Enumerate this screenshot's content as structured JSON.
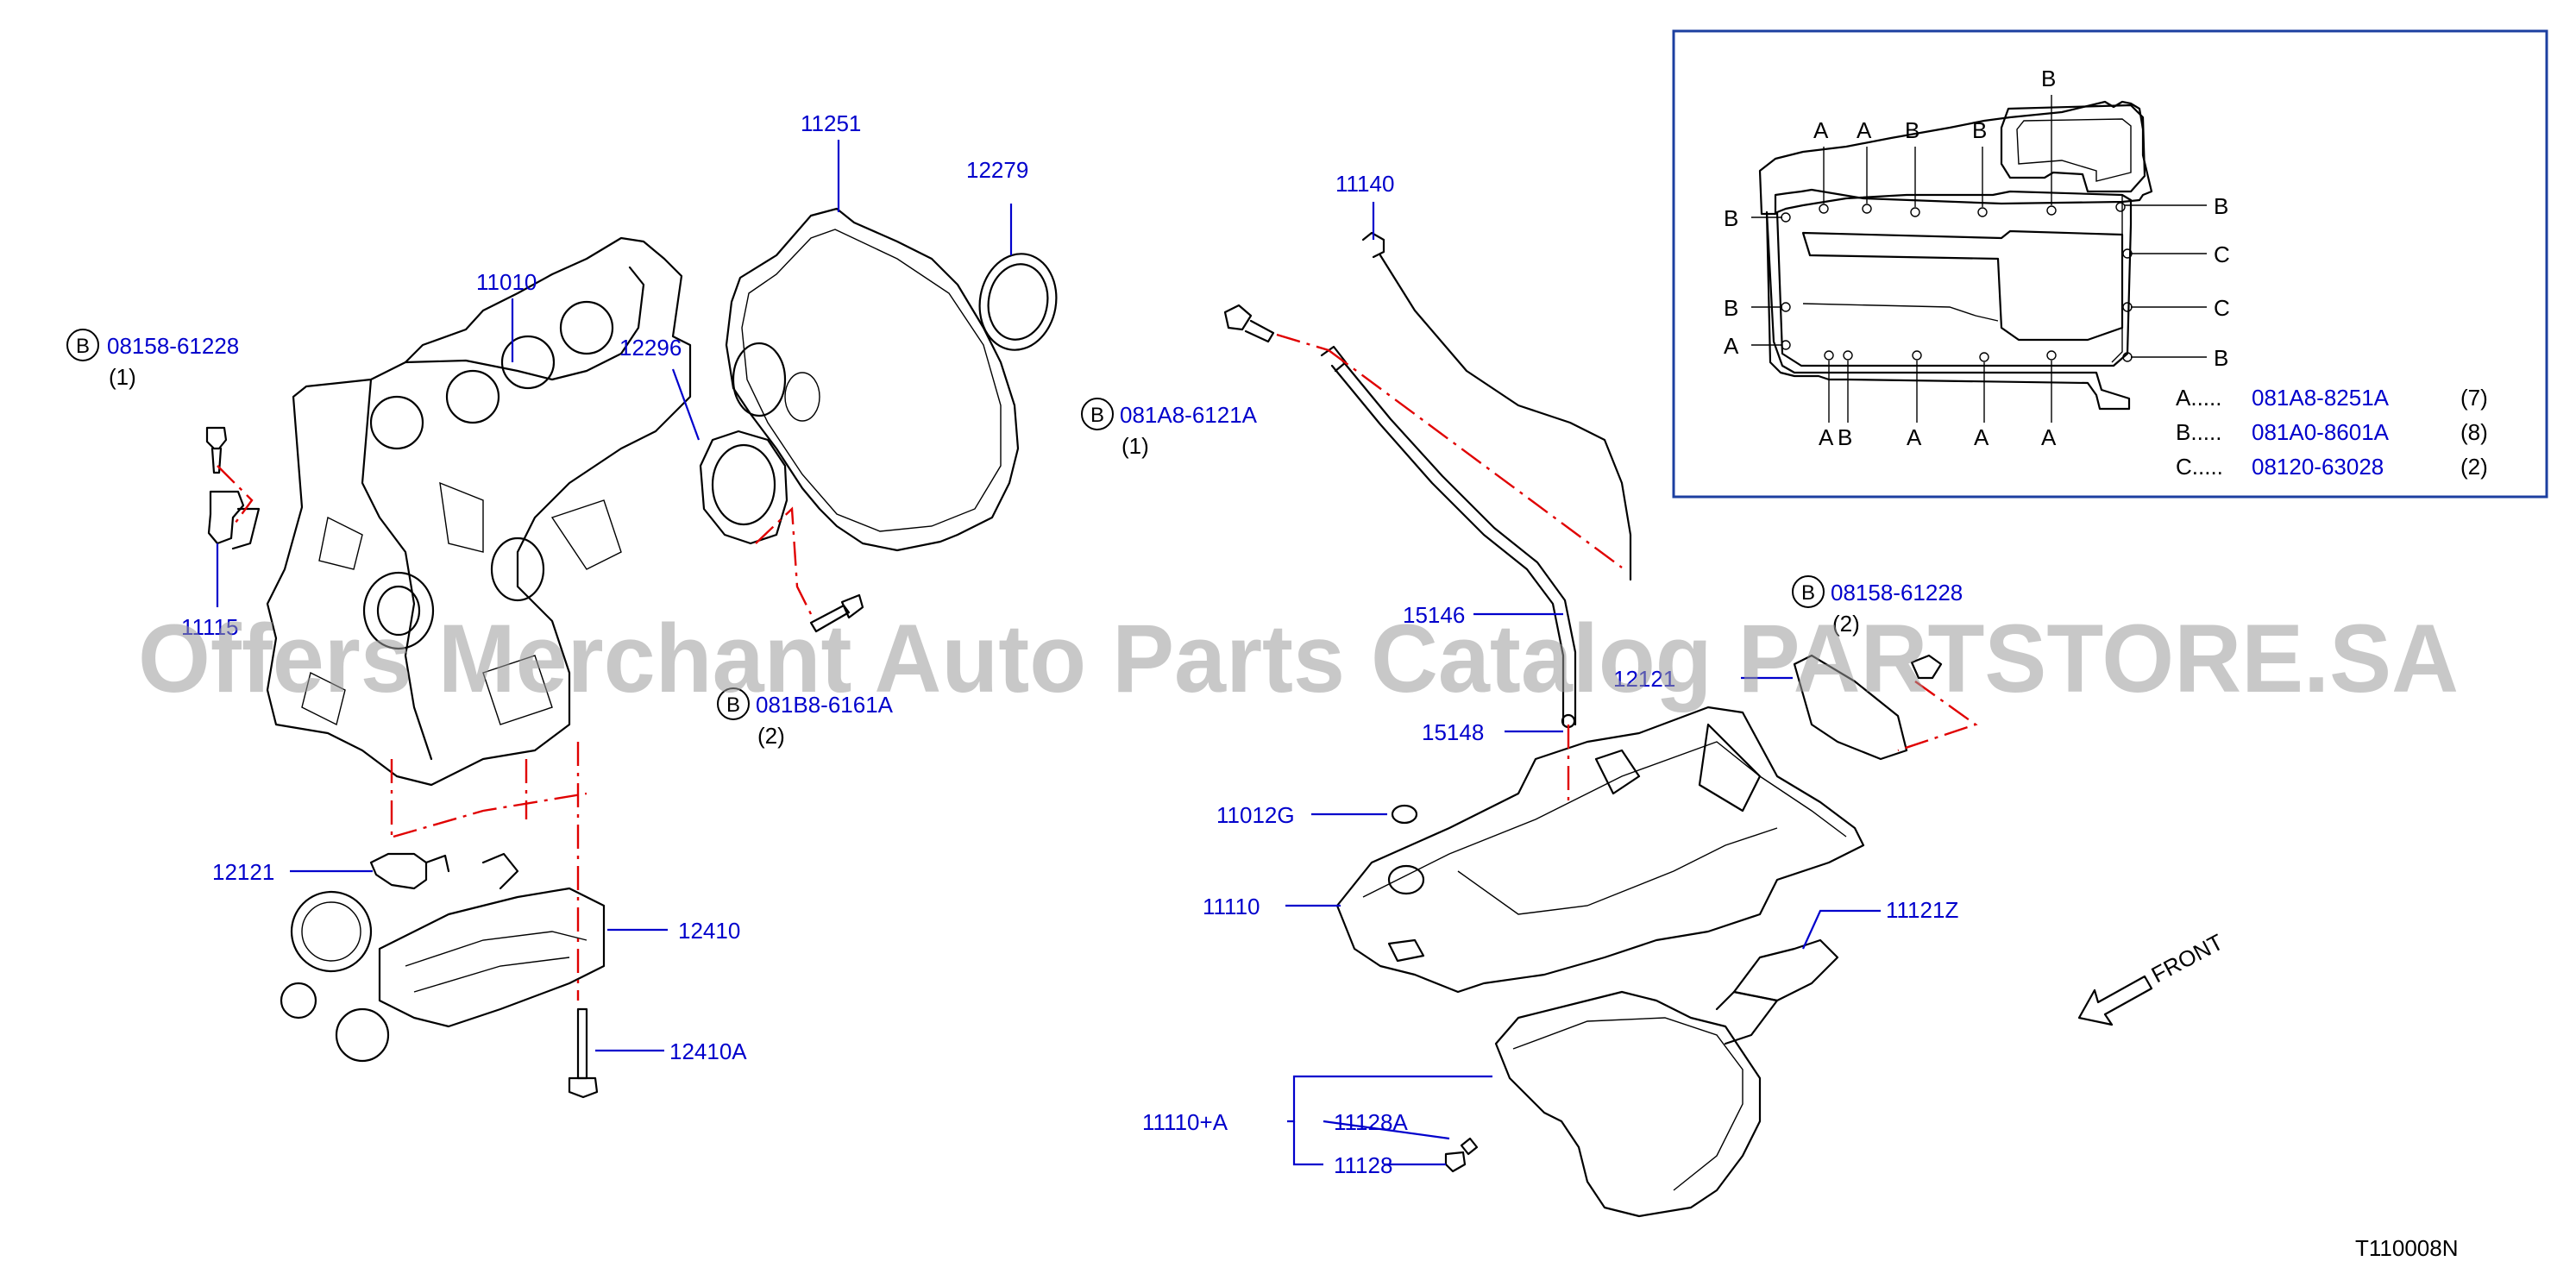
{
  "diagram_code": "T110008N",
  "watermark": "Offers Merchant Auto Parts Catalog PARTSTORE.SA",
  "front_label": "FRONT",
  "bolt_marker": "B",
  "parts": {
    "p11010": "11010",
    "p11251": "11251",
    "p12279": "12279",
    "p12296": "12296",
    "p11140": "11140",
    "p15146": "15146",
    "p15148": "15148",
    "p11012g": "11012G",
    "p11110": "11110",
    "p11121z": "11121Z",
    "p11110a": "11110+A",
    "p11128a": "11128A",
    "p11128": "11128",
    "p12121": "12121",
    "p12410": "12410",
    "p12410a": "12410A",
    "p11115": "11115",
    "p12121b": "12121"
  },
  "bolts": {
    "b1": {
      "part": "08158-61228",
      "qty": "(1)"
    },
    "b2": {
      "part": "081B8-6161A",
      "qty": "(2)"
    },
    "b3": {
      "part": "081A8-6121A",
      "qty": "(1)"
    },
    "b4": {
      "part": "08158-61228",
      "qty": "(2)"
    }
  },
  "inset": {
    "letters_top": [
      "A",
      "A",
      "B",
      "B",
      "B"
    ],
    "letters_left": [
      "B",
      "B",
      "A"
    ],
    "letters_right": [
      "B",
      "C",
      "C",
      "B"
    ],
    "letters_bottom": [
      "A",
      "B",
      "A",
      "A",
      "A"
    ],
    "legend": [
      {
        "key": "A.....",
        "part": "081A8-8251A",
        "qty": "(7)"
      },
      {
        "key": "B.....",
        "part": "081A0-8601A",
        "qty": "(8)"
      },
      {
        "key": "C.....",
        "part": "08120-63028",
        "qty": "(2)"
      }
    ]
  }
}
